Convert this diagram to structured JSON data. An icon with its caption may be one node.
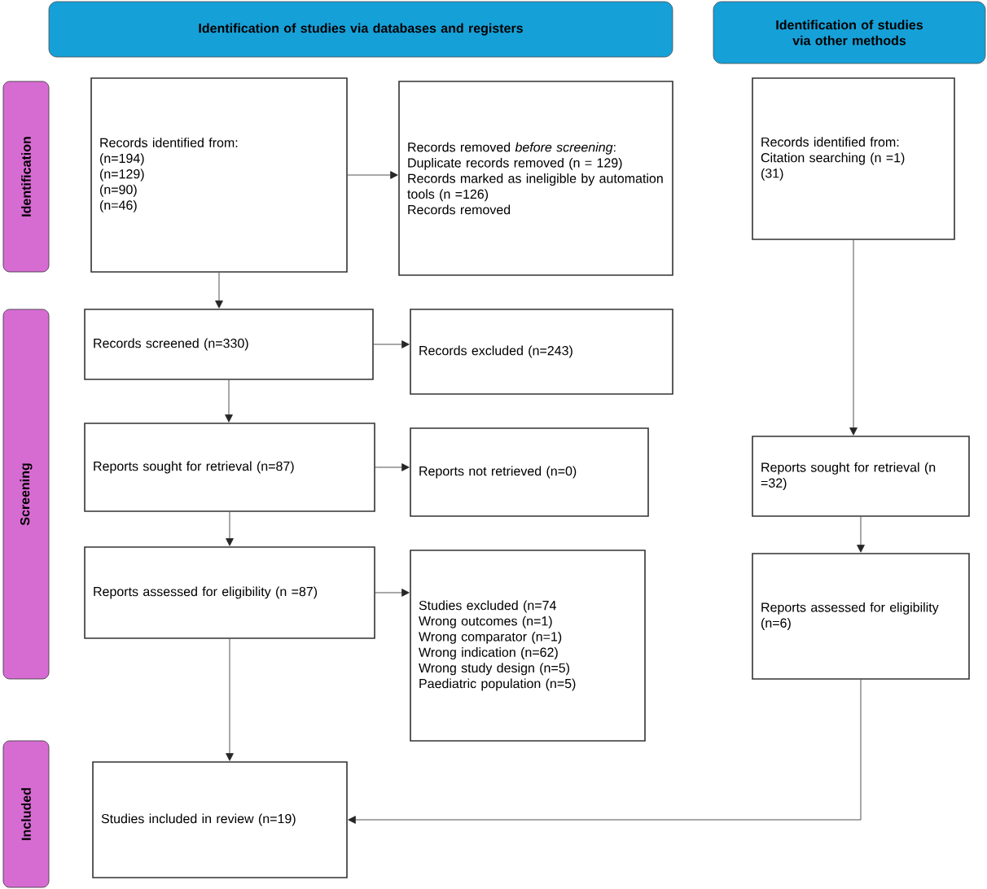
{
  "diagram": {
    "nodes": [
      {
        "text": [
          "Identification of studies via databases and registers"
        ]
      },
      {
        "text": [
          "Identification of studies via other methods"
        ]
      },
      {
        "text": [
          "Identification"
        ]
      },
      {
        "text": [
          "Screening"
        ]
      },
      {
        "text": [
          "Included"
        ]
      },
      {
        "text": [
          "Records identified from:",
          "(n=194)",
          "(n=129)",
          "(n=90)",
          "(n=46)"
        ]
      },
      {
        "text": [
          "Records removed *before screening*:",
          "Duplicate records removed (n = 129)",
          "Records marked as ineligible by automation tools (n =126)",
          "Records removed"
        ]
      },
      {
        "text": [
          "Records identified from:",
          "Citation searching (n =1)",
          "(31)"
        ]
      },
      {
        "text": [
          "Records screened (n=330)"
        ]
      },
      {
        "text": [
          "Records excluded (n=243)"
        ]
      },
      {
        "text": [
          "Reports sought for retrieval (n=87)"
        ]
      },
      {
        "text": [
          "Reports not retrieved (n=0)"
        ]
      },
      {
        "text": [
          "Reports assessed for eligibility (n =87)"
        ]
      },
      {
        "text": [
          "Studies excluded (n=74",
          "Wrong outcomes (n=1)",
          "Wrong comparator (n=1)",
          "Wrong indication (n=62)",
          "Wrong study design (n=5)",
          "Paediatric population (n=5)"
        ]
      },
      {
        "text": [
          "Reports sought for retrieval (n =32)"
        ]
      },
      {
        "text": [
          "Reports assessed for eligibility (n=6)"
        ]
      },
      {
        "text": [
          "Studies included in review (n=19)"
        ]
      }
    ],
    "edges": [
      {
        "from": 5,
        "to": 8,
        "arrow": "to"
      },
      {
        "from": 5,
        "to": 6,
        "arrow": "to"
      },
      {
        "from": 8,
        "to": 9,
        "arrow": "to"
      },
      {
        "from": 8,
        "to": 10,
        "arrow": "to"
      },
      {
        "from": 10,
        "to": 11,
        "arrow": "to"
      },
      {
        "from": 10,
        "to": 12,
        "arrow": "to"
      },
      {
        "from": 12,
        "to": 13,
        "arrow": "to"
      },
      {
        "from": 12,
        "to": 16,
        "arrow": "to"
      },
      {
        "from": 7,
        "to": 14,
        "arrow": "to"
      },
      {
        "from": 14,
        "to": 15,
        "arrow": "to"
      },
      {
        "from": 15,
        "to": 16,
        "arrow": "to"
      }
    ]
  }
}
